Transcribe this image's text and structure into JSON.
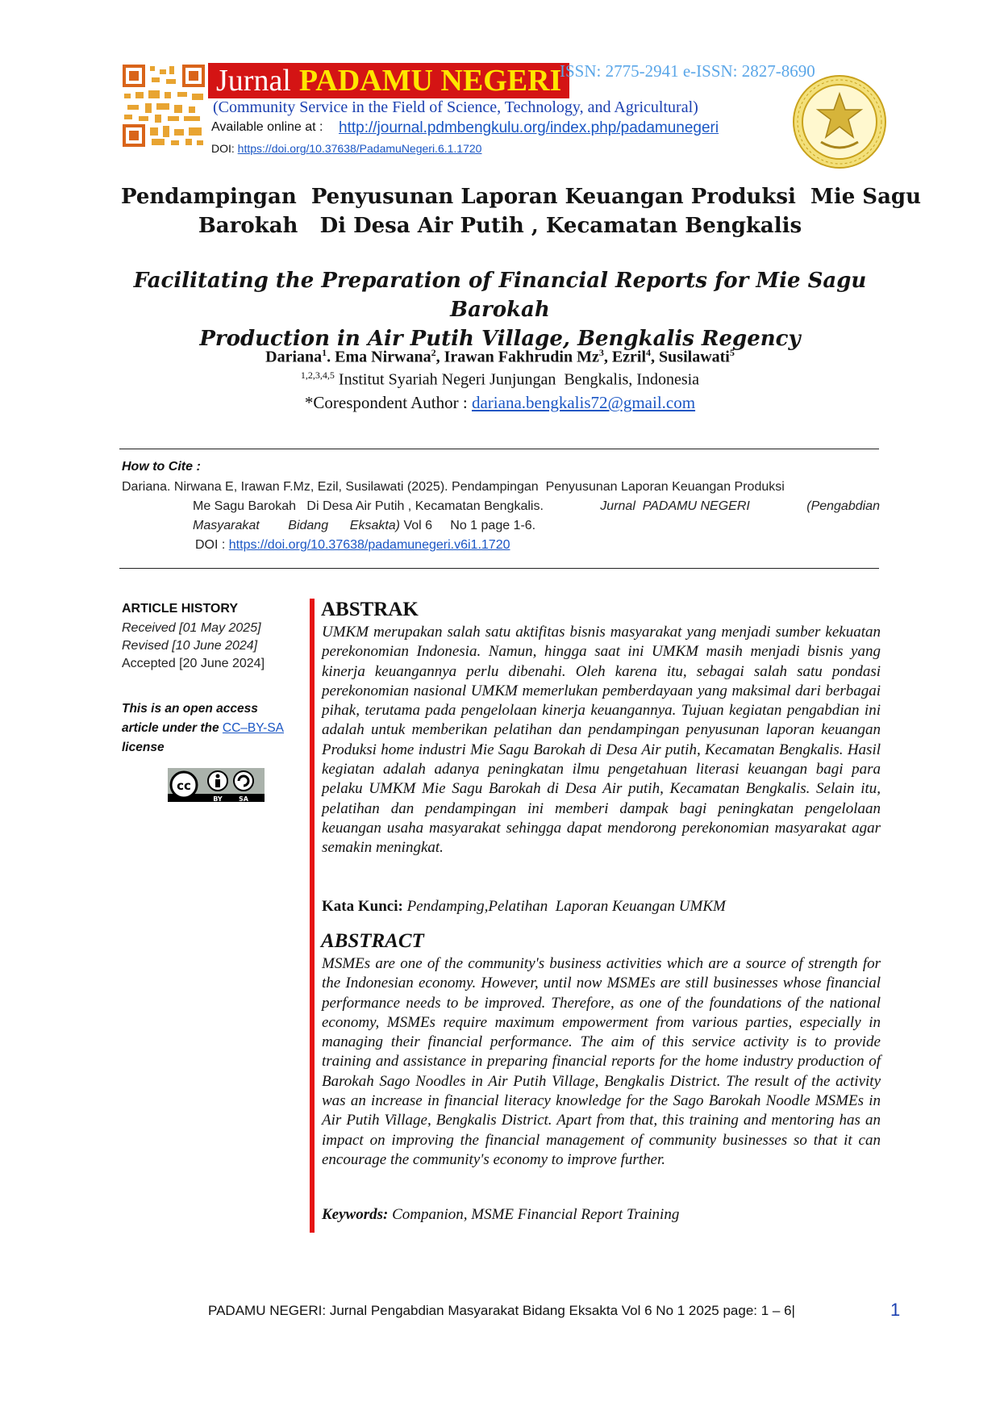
{
  "header": {
    "journal_word": "Jurnal",
    "journal_name": "PADAMU NEGERI",
    "issn": "ISSN: 2775-2941 e-ISSN: 2827-8690",
    "subtitle": "(Community Service in the Field of Science, Technology, and Agricultural)",
    "available_label": "Available online at :",
    "available_url": "http://journal.pdmbengkulu.org/index.php/padamunegeri",
    "doi_label": "DOI:",
    "doi_url": "https://doi.org/10.37638/PadamuNegeri.6.1.1720",
    "accent": "#d41414",
    "badge_text": "#ffe600"
  },
  "title_id": {
    "line1": "Pendampingan  Penyusunan Laporan Keuangan Produksi  Mie Sagu",
    "line2": "Barokah   Di Desa Air Putih , Kecamatan Bengkalis"
  },
  "title_en": {
    "line1": "Facilitating the Preparation of Financial Reports for Mie Sagu Barokah",
    "line2": "Production in Air Putih Village, Bengkalis Regency"
  },
  "authors": [
    {
      "name": "Dariana",
      "sup": "1",
      "sep": ". "
    },
    {
      "name": "Ema Nirwana",
      "sup": "2",
      "sep": ", "
    },
    {
      "name": "Irawan Fakhrudin Mz",
      "sup": "3",
      "sep": ", "
    },
    {
      "name": "Ezril",
      "sup": "4",
      "sep": ", "
    },
    {
      "name": "Susilawati",
      "sup": "5",
      "sep": ""
    }
  ],
  "affiliation": {
    "sup": "1,2,3,4,5",
    "text": " Institut Syariah Negeri Junjungan  Bengkalis, Indonesia"
  },
  "correspondent": {
    "label": "*Corespondent Author : ",
    "email": "dariana.bengkalis72@gmail.com"
  },
  "cite": {
    "label": "How to Cite :",
    "line1": "Dariana. Nirwana E, Irawan F.Mz, Ezil, Susilawati (2025). Pendampingan  Penyusunan Laporan Keuangan Produksi",
    "line2_a": "Me Sagu Barokah   Di Desa Air Putih , Kecamatan Bengkalis.",
    "line2_b": "Jurnal  PADAMU NEGERI",
    "line2_c": "(Pengabdian",
    "line3_a": "Masyarakat",
    "line3_b": "Bidang",
    "line3_c": "Eksakta)",
    "line3_d": " Vol 6     No 1 page 1-6.",
    "doi_label": "DOI : ",
    "doi_url": "https://doi.org/10.37638/padamunegeri.v6i1.1720"
  },
  "history": {
    "title": "ARTICLE HISTORY",
    "received": "Received [01 May  2025]",
    "revised": "Revised [10 June 2024]",
    "accepted": "Accepted [20 June 2024]"
  },
  "license": {
    "line1": "This is an open access",
    "line2_pre": "article under the ",
    "line2_link": "CC–BY-SA",
    "line3": "license",
    "badge": "cc-by-sa-badge"
  },
  "abstrak": {
    "heading": "ABSTRAK",
    "text": "UMKM merupakan salah satu aktifitas bisnis masyarakat yang menjadi sumber kekuatan perekonomian Indonesia. Namun, hingga saat ini UMKM masih menjadi bisnis yang kinerja keuangannya perlu dibenahi. Oleh karena itu, sebagai salah satu pondasi perekonomian nasional UMKM memerlukan pemberdayaan yang maksimal dari berbagai pihak, terutama pada pengelolaan kinerja keuangannya. Tujuan kegiatan pengabdian ini adalah untuk memberikan pelatihan dan pendampingan penyusunan laporan keuangan Produksi home industri Mie Sagu Barokah di Desa Air putih, Kecamatan  Bengkalis. Hasil kegiatan adalah adanya peningkatan ilmu pengetahuan literasi keuangan bagi para pelaku UMKM Mie Sagu Barokah di Desa Air putih, Kecamatan  Bengkalis. Selain itu, pelatihan dan pendampingan ini memberi dampak bagi peningkatan pengelolaan keuangan usaha masyarakat sehingga dapat mendorong perekonomian  masyarakat agar semakin meningkat.",
    "kw_label": "Kata Kunci:",
    "kw_text": " Pendamping,Pelatihan  Laporan Keuangan UMKM"
  },
  "abstract": {
    "heading": "ABSTRACT",
    "text": "MSMEs are one of the community's business activities which are a source of strength for the Indonesian economy. However, until now MSMEs are still businesses whose financial performance needs to be improved. Therefore, as one of the foundations of the national economy, MSMEs require maximum empowerment from various parties, especially in managing their financial performance. The aim of this service activity is to provide training and assistance in preparing financial reports for the home industry production of Barokah Sago Noodles in Air Putih Village, Bengkalis District. The result of the activity was an increase in financial literacy knowledge for the Sago Barokah Noodle MSMEs in Air Putih Village, Bengkalis District. Apart from that, this training and mentoring has an impact on improving the financial management of community businesses so that it can encourage the community's economy to improve further.",
    "kw_label": "Keywords:",
    "kw_text": " Companion, MSME Financial Report Training"
  },
  "footer": {
    "text": "PADAMU NEGERI: Jurnal Pengabdian Masyarakat Bidang Eksakta Vol 6 No 1 2025 page: 1 – 6|",
    "page": "1"
  }
}
